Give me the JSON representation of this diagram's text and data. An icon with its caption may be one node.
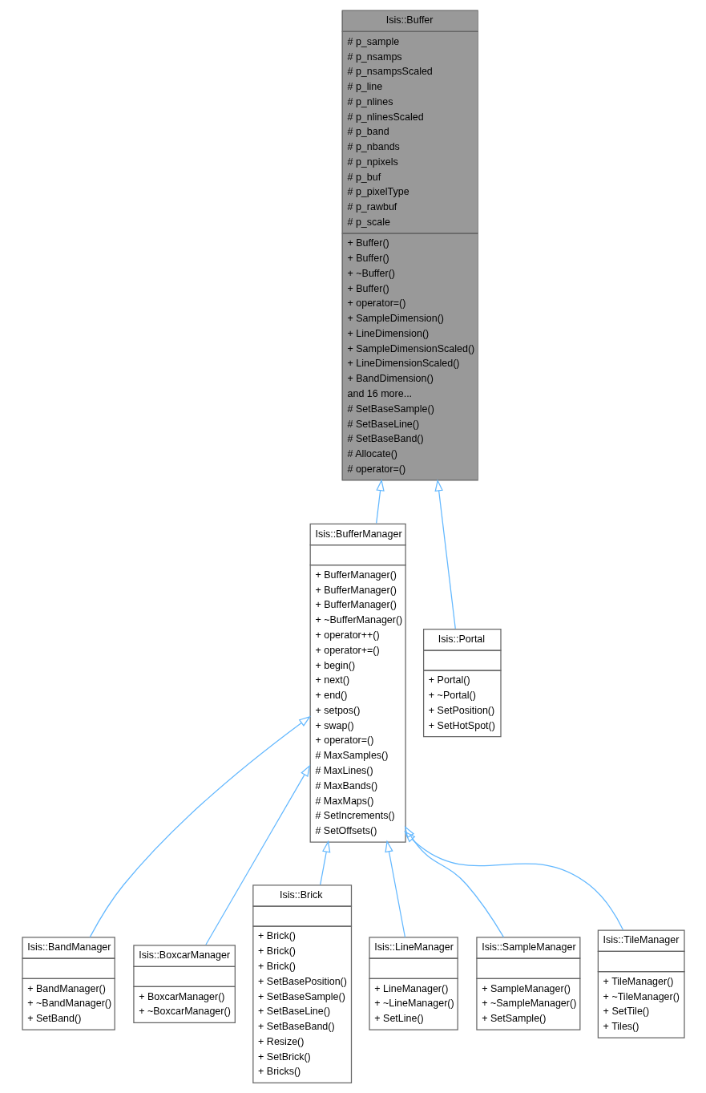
{
  "diagram": {
    "nodes": [
      {
        "text": [
          "Isis::Buffer",
          "# p_sample",
          "# p_nsamps",
          "# p_nsampsScaled",
          "# p_line",
          "# p_nlines",
          "# p_nlinesScaled",
          "# p_band",
          "# p_nbands",
          "# p_npixels",
          "# p_buf",
          "# p_pixelType",
          "# p_rawbuf",
          "# p_scale",
          "+ Buffer()",
          "+ Buffer()",
          "+ ~Buffer()",
          "+ Buffer()",
          "+ operator=()",
          "+ SampleDimension()",
          "+ LineDimension()",
          "+ SampleDimensionScaled()",
          "+ LineDimensionScaled()",
          "+ BandDimension()",
          "and 16 more...",
          "# SetBaseSample()",
          "# SetBaseLine()",
          "# SetBaseBand()",
          "# Allocate()",
          "# operator=()"
        ]
      },
      {
        "text": [
          "Isis::BufferManager",
          "+ BufferManager()",
          "+ BufferManager()",
          "+ BufferManager()",
          "+ ~BufferManager()",
          "+ operator++()",
          "+ operator+=()",
          "+ begin()",
          "+ next()",
          "+ end()",
          "+ setpos()",
          "+ swap()",
          "+ operator=()",
          "# MaxSamples()",
          "# MaxLines()",
          "# MaxBands()",
          "# MaxMaps()",
          "# SetIncrements()",
          "# SetOffsets()"
        ]
      },
      {
        "text": [
          "Isis::Portal",
          "+ Portal()",
          "+ ~Portal()",
          "+ SetPosition()",
          "+ SetHotSpot()"
        ]
      },
      {
        "text": [
          "Isis::BandManager",
          "+ BandManager()",
          "+ ~BandManager()",
          "+ SetBand()"
        ]
      },
      {
        "text": [
          "Isis::BoxcarManager",
          "+ BoxcarManager()",
          "+ ~BoxcarManager()"
        ]
      },
      {
        "text": [
          "Isis::Brick",
          "+ Brick()",
          "+ Brick()",
          "+ Brick()",
          "+ SetBasePosition()",
          "+ SetBaseSample()",
          "+ SetBaseLine()",
          "+ SetBaseBand()",
          "+ Resize()",
          "+ SetBrick()",
          "+ Bricks()"
        ]
      },
      {
        "text": [
          "Isis::LineManager",
          "+ LineManager()",
          "+ ~LineManager()",
          "+ SetLine()"
        ]
      },
      {
        "text": [
          "Isis::SampleManager",
          "+ SampleManager()",
          "+ ~SampleManager()",
          "+ SetSample()"
        ]
      },
      {
        "text": [
          "Isis::TileManager",
          "+ TileManager()",
          "+ ~TileManager()",
          "+ SetTile()",
          "+ Tiles()"
        ]
      }
    ],
    "edges": [
      {
        "from": 1,
        "to": 0,
        "arrow": "to"
      },
      {
        "from": 2,
        "to": 0,
        "arrow": "to"
      },
      {
        "from": 3,
        "to": 1,
        "arrow": "to"
      },
      {
        "from": 4,
        "to": 1,
        "arrow": "to"
      },
      {
        "from": 5,
        "to": 1,
        "arrow": "to"
      },
      {
        "from": 6,
        "to": 1,
        "arrow": "to"
      },
      {
        "from": 7,
        "to": 1,
        "arrow": "to"
      },
      {
        "from": 8,
        "to": 1,
        "arrow": "to"
      }
    ]
  }
}
